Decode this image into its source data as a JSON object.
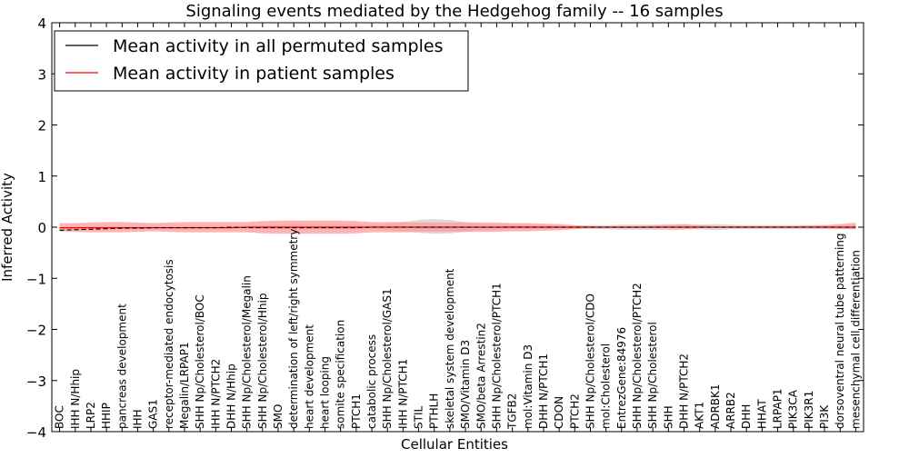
{
  "chart_data": {
    "type": "line",
    "title": "Signaling events mediated by the Hedgehog family -- 16 samples",
    "xlabel": "Cellular Entities",
    "ylabel": "Inferred Activity",
    "ylim": [
      -4,
      4
    ],
    "y_ticks": [
      "−4",
      "−3",
      "−2",
      "−1",
      "0",
      "1",
      "2",
      "3",
      "4"
    ],
    "legend_placement": "top-left",
    "grid": false,
    "categories": [
      "BOC",
      "IHH N/Hhip",
      "LRP2",
      "HHIP",
      "pancreas development",
      "IHH",
      "GAS1",
      "receptor-mediated endocytosis",
      "Megalin/LRPAP1",
      "SHH Np/Cholesterol/BOC",
      "IHH N/PTCH2",
      "DHH N/Hhip",
      "SHH Np/Cholesterol/Megalin",
      "SHH Np/Cholesterol/Hhip",
      "SMO",
      "determination of left/right symmetry",
      "heart development",
      "heart looping",
      "somite specification",
      "PTCH1",
      "catabolic process",
      "SHH Np/Cholesterol/GAS1",
      "IHH N/PTCH1",
      "STIL",
      "PTHLH",
      "skeletal system development",
      "SMO/Vitamin D3",
      "SMO/beta Arrestin2",
      "SHH Np/Cholesterol/PTCH1",
      "TGFB2",
      "mol:Vitamin D3",
      "DHH N/PTCH1",
      "CDON",
      "PTCH2",
      "SHH Np/Cholesterol/CDO",
      "mol:Cholesterol",
      "EntrezGene:84976",
      "SHH Np/Cholesterol/PTCH2",
      "SHH Np/Cholesterol",
      "SHH",
      "DHH N/PTCH2",
      "AKT1",
      "ADRBK1",
      "ARRB2",
      "DHH",
      "HHAT",
      "LRPAP1",
      "PIK3CA",
      "PIK3R1",
      "PI3K",
      "dorsoventral neural tube patterning",
      "mesenchymal cell differentiation"
    ],
    "series": [
      {
        "name": "Mean activity in all permuted samples",
        "color": "#000000",
        "values": [
          -0.06,
          -0.05,
          -0.04,
          -0.03,
          -0.02,
          -0.02,
          -0.01,
          -0.01,
          -0.01,
          -0.01,
          -0.01,
          0.0,
          -0.01,
          -0.01,
          -0.01,
          -0.01,
          -0.01,
          -0.01,
          -0.01,
          -0.01,
          0.0,
          0.0,
          0.0,
          0.0,
          0.0,
          0.0,
          0.0,
          0.0,
          0.0,
          0.0,
          0.0,
          0.0,
          0.0,
          0.0,
          0.0,
          0.0,
          0.0,
          0.0,
          0.0,
          0.0,
          0.0,
          0.0,
          0.0,
          0.0,
          0.0,
          0.0,
          0.0,
          0.0,
          0.0,
          0.0,
          0.0,
          0.0
        ],
        "band_color": "#bbbbbb",
        "band_lower": [
          -0.06,
          -0.05,
          -0.04,
          -0.03,
          -0.02,
          -0.02,
          -0.01,
          -0.01,
          -0.01,
          -0.01,
          -0.01,
          -0.01,
          -0.02,
          -0.03,
          -0.04,
          -0.05,
          -0.05,
          -0.05,
          -0.05,
          -0.04,
          -0.03,
          -0.05,
          -0.08,
          -0.11,
          -0.13,
          -0.12,
          -0.09,
          -0.06,
          -0.04,
          -0.03,
          -0.03,
          -0.03,
          -0.02,
          -0.02,
          -0.03,
          -0.04,
          -0.05,
          -0.05,
          -0.05,
          -0.06,
          -0.05,
          -0.04,
          -0.06,
          -0.04,
          -0.04,
          -0.04,
          -0.04,
          -0.04,
          -0.04,
          -0.04,
          -0.04,
          -0.04
        ],
        "band_upper": [
          0.02,
          0.02,
          0.02,
          0.02,
          0.02,
          0.02,
          0.02,
          0.02,
          0.02,
          0.02,
          0.02,
          0.02,
          0.03,
          0.04,
          0.05,
          0.06,
          0.06,
          0.06,
          0.06,
          0.05,
          0.04,
          0.06,
          0.1,
          0.14,
          0.16,
          0.14,
          0.1,
          0.07,
          0.05,
          0.04,
          0.04,
          0.04,
          0.03,
          0.03,
          0.04,
          0.04,
          0.05,
          0.05,
          0.05,
          0.06,
          0.05,
          0.05,
          0.06,
          0.05,
          0.04,
          0.04,
          0.04,
          0.04,
          0.04,
          0.04,
          0.04,
          0.04
        ]
      },
      {
        "name": "Mean activity in patient samples",
        "color": "#ff0000",
        "values": [
          -0.01,
          -0.01,
          -0.01,
          -0.01,
          -0.01,
          -0.01,
          -0.01,
          -0.01,
          -0.01,
          -0.01,
          -0.01,
          -0.01,
          0.0,
          0.0,
          0.0,
          0.0,
          0.0,
          0.0,
          0.0,
          0.0,
          0.0,
          0.0,
          0.0,
          0.0,
          0.0,
          0.0,
          0.0,
          0.0,
          0.0,
          0.0,
          0.0,
          0.0,
          0.0,
          0.0,
          0.0,
          0.0,
          0.0,
          0.0,
          0.0,
          0.0,
          0.0,
          0.0,
          0.0,
          0.0,
          0.0,
          0.0,
          0.0,
          0.0,
          0.0,
          0.0,
          0.0,
          0.0
        ],
        "band_color": "#ff9999",
        "band_lower": [
          -0.08,
          -0.09,
          -0.1,
          -0.1,
          -0.1,
          -0.09,
          -0.08,
          -0.09,
          -0.1,
          -0.1,
          -0.1,
          -0.1,
          -0.1,
          -0.12,
          -0.13,
          -0.13,
          -0.13,
          -0.13,
          -0.13,
          -0.12,
          -0.1,
          -0.1,
          -0.1,
          -0.09,
          -0.09,
          -0.09,
          -0.09,
          -0.09,
          -0.09,
          -0.08,
          -0.08,
          -0.07,
          -0.06,
          -0.04,
          -0.02,
          -0.01,
          -0.02,
          -0.02,
          -0.02,
          -0.02,
          -0.03,
          -0.02,
          -0.01,
          -0.01,
          -0.01,
          -0.01,
          -0.01,
          -0.01,
          -0.01,
          -0.02,
          -0.03,
          -0.04
        ],
        "band_upper": [
          0.08,
          0.08,
          0.09,
          0.1,
          0.1,
          0.09,
          0.08,
          0.09,
          0.1,
          0.1,
          0.1,
          0.1,
          0.1,
          0.12,
          0.13,
          0.13,
          0.13,
          0.13,
          0.13,
          0.12,
          0.1,
          0.1,
          0.1,
          0.09,
          0.09,
          0.09,
          0.09,
          0.09,
          0.09,
          0.08,
          0.08,
          0.07,
          0.06,
          0.04,
          0.02,
          0.01,
          0.02,
          0.02,
          0.03,
          0.04,
          0.06,
          0.04,
          0.02,
          0.02,
          0.02,
          0.02,
          0.02,
          0.02,
          0.03,
          0.04,
          0.06,
          0.09
        ]
      }
    ]
  }
}
